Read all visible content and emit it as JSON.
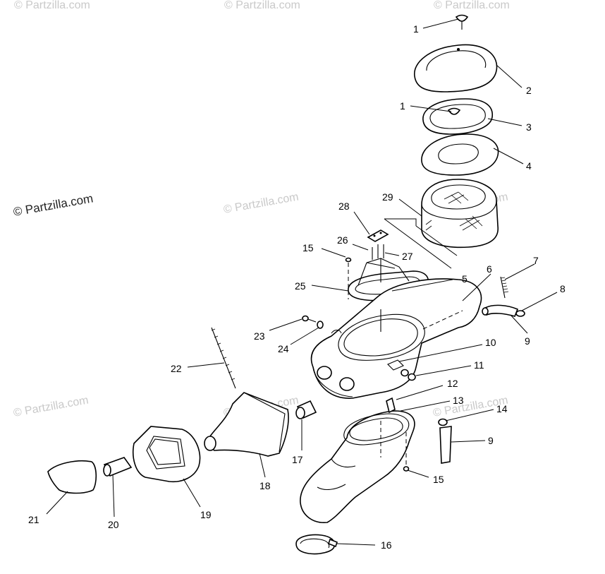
{
  "diagram": {
    "watermarks": [
      "© Partzilla.com",
      "© Partzilla.com",
      "© Partzilla.com",
      "© Partzilla.com",
      "© Partzilla.com",
      "© Partzilla.com",
      "© Partzilla.com",
      "© Partzilla.com"
    ],
    "main_watermark": "© Partzilla.com",
    "callouts": [
      "1",
      "2",
      "1",
      "3",
      "4",
      "29",
      "28",
      "26",
      "27",
      "15",
      "25",
      "5",
      "6",
      "7",
      "8",
      "9",
      "23",
      "24",
      "10",
      "11",
      "22",
      "12",
      "13",
      "14",
      "9",
      "17",
      "18",
      "15",
      "19",
      "21",
      "20",
      "16"
    ]
  }
}
